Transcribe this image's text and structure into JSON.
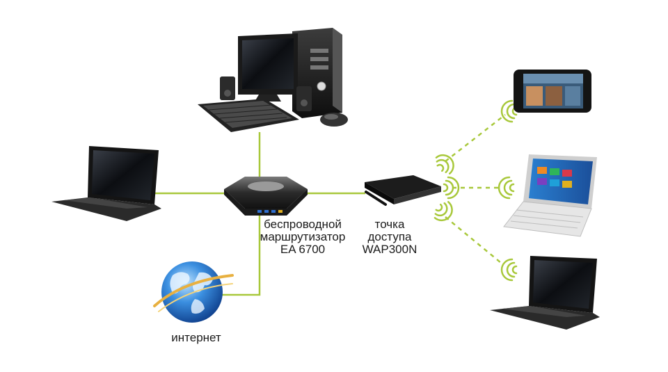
{
  "diagram": {
    "accent_color": "#a8c83a",
    "nodes": [
      {
        "id": "desktop",
        "icon": "desktop-computer-icon"
      },
      {
        "id": "laptop-left",
        "icon": "laptop-icon"
      },
      {
        "id": "router",
        "icon": "wireless-router-icon",
        "label_lines": [
          "беспроводной",
          "маршрутизатор",
          "EA 6700"
        ]
      },
      {
        "id": "access-point",
        "icon": "access-point-icon",
        "label_lines": [
          "точка",
          "доступа",
          "WAP300N"
        ]
      },
      {
        "id": "internet",
        "icon": "globe-icon",
        "label_lines": [
          "интернет"
        ]
      },
      {
        "id": "smartphone",
        "icon": "smartphone-icon"
      },
      {
        "id": "tablet",
        "icon": "tablet-keyboard-icon"
      },
      {
        "id": "laptop-right",
        "icon": "laptop-icon"
      }
    ],
    "connections": [
      {
        "from": "router",
        "to": "desktop",
        "type": "wired"
      },
      {
        "from": "router",
        "to": "laptop-left",
        "type": "wired"
      },
      {
        "from": "router",
        "to": "access-point",
        "type": "wired"
      },
      {
        "from": "router",
        "to": "internet",
        "type": "wired"
      },
      {
        "from": "access-point",
        "to": "smartphone",
        "type": "wireless"
      },
      {
        "from": "access-point",
        "to": "tablet",
        "type": "wireless"
      },
      {
        "from": "access-point",
        "to": "laptop-right",
        "type": "wireless"
      }
    ]
  }
}
